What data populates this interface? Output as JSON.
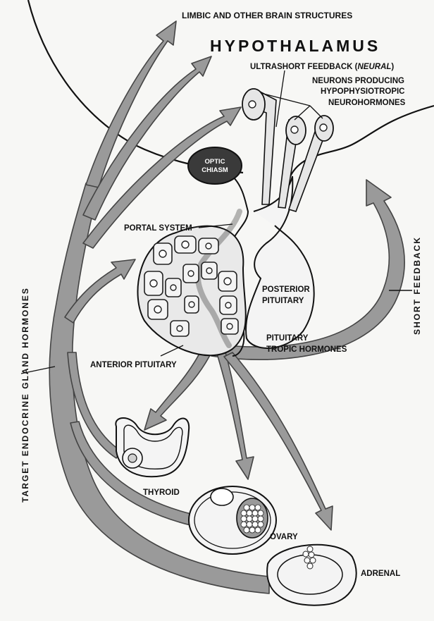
{
  "labels": {
    "limbic": "LIMBIC AND OTHER BRAIN STRUCTURES",
    "hypothalamus": "HYPOTHALAMUS",
    "ultrashort_prefix": "ULTRASHORT FEEDBACK (",
    "ultrashort_neural": "NEURAL",
    "ultrashort_suffix": ")",
    "neurons_line1": "NEURONS PRODUCING",
    "neurons_line2": "HYPOPHYSIOTROPIC",
    "neurons_line3": "NEUROHORMONES",
    "optic_line1": "OPTIC",
    "optic_line2": "CHIASM",
    "portal_system": "PORTAL SYSTEM",
    "posterior_line1": "POSTERIOR",
    "posterior_line2": "PITUITARY",
    "tropic_line1": "PITUITARY",
    "tropic_line2": "TROPIC HORMONES",
    "anterior_pituitary": "ANTERIOR PITUITARY",
    "thyroid": "THYROID",
    "ovary": "OVARY",
    "adrenal": "ADRENAL",
    "short_feedback": "SHORT FEEDBACK",
    "target_hormones": "TARGET ENDOCRINE GLAND HORMONES"
  },
  "colors": {
    "arrow_fill": "#9a9a9a",
    "optic_chiasm": "#3a3a3a",
    "line": "#111111"
  }
}
